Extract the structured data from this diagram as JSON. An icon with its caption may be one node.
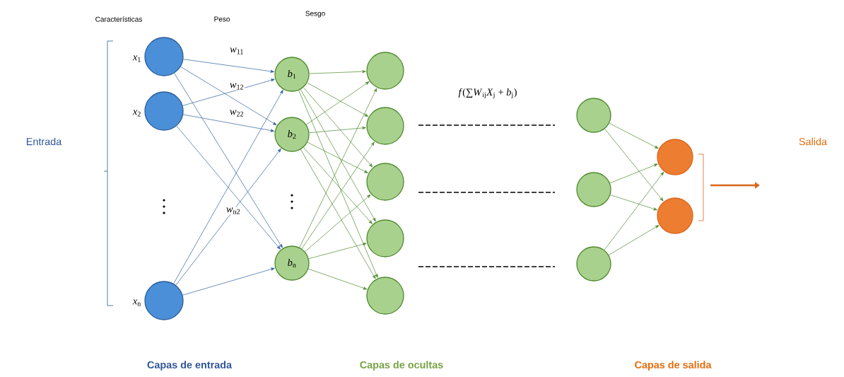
{
  "diagram": {
    "nodes": [
      {
        "text": [],
        "shape": "circle",
        "beside": [
          "*x*$_{1}$"
        ]
      },
      {
        "text": [],
        "shape": "circle",
        "beside": [
          "*x*$_{2}$"
        ]
      },
      {
        "text": [],
        "shape": "circle",
        "beside": [
          "*x*$_{n}$"
        ]
      },
      {
        "text": [
          "*b*$_{1}$"
        ]
      },
      {
        "text": [
          "*b*$_{2}$"
        ]
      },
      {
        "text": [
          "*b*$_{n}$"
        ]
      },
      {
        "text": [],
        "shape": "circle"
      },
      {
        "text": [],
        "shape": "circle"
      },
      {
        "text": [],
        "shape": "circle"
      },
      {
        "text": [],
        "shape": "circle"
      },
      {
        "text": [],
        "shape": "circle"
      },
      {
        "text": [],
        "shape": "circle"
      },
      {
        "text": [],
        "shape": "circle"
      },
      {
        "text": [],
        "shape": "circle"
      },
      {
        "text": [],
        "shape": "circle"
      },
      {
        "text": [],
        "shape": "circle"
      }
    ],
    "edges": [
      {
        "from": 0,
        "to": 3,
        "arrow": "to",
        "color": "#2e5f9e",
        "label": "*w*$_{11}$"
      },
      {
        "from": 0,
        "to": 4,
        "arrow": "to",
        "color": "#2e5f9e",
        "label": "*w*$_{12}$"
      },
      {
        "from": 0,
        "to": 5,
        "arrow": "to",
        "color": "#2e5f9e"
      },
      {
        "from": 1,
        "to": 3,
        "arrow": "to",
        "color": "#2e5f9e"
      },
      {
        "from": 1,
        "to": 4,
        "arrow": "to",
        "color": "#2e5f9e",
        "label": "*w*$_{22}$"
      },
      {
        "from": 1,
        "to": 5,
        "arrow": "to",
        "color": "#2e5f9e"
      },
      {
        "from": 2,
        "to": 3,
        "arrow": "to",
        "color": "#2e5f9e"
      },
      {
        "from": 2,
        "to": 4,
        "arrow": "to",
        "color": "#2e5f9e",
        "label": "*w*$_{n2}$"
      },
      {
        "from": 2,
        "to": 5,
        "arrow": "to",
        "color": "#2e5f9e"
      },
      {
        "from": 3,
        "to": 6,
        "arrow": "to"
      },
      {
        "from": 3,
        "to": 7,
        "arrow": "to"
      },
      {
        "from": 3,
        "to": 8,
        "arrow": "to"
      },
      {
        "from": 3,
        "to": 9,
        "arrow": "to"
      },
      {
        "from": 3,
        "to": 10,
        "arrow": "to"
      },
      {
        "from": 4,
        "to": 6,
        "arrow": "to"
      },
      {
        "from": 4,
        "to": 7,
        "arrow": "to"
      },
      {
        "from": 4,
        "to": 8,
        "arrow": "to"
      },
      {
        "from": 4,
        "to": 9,
        "arrow": "to"
      },
      {
        "from": 4,
        "to": 10,
        "arrow": "to"
      },
      {
        "from": 5,
        "to": 6,
        "arrow": "to"
      },
      {
        "from": 5,
        "to": 7,
        "arrow": "to"
      },
      {
        "from": 5,
        "to": 8,
        "arrow": "to"
      },
      {
        "from": 5,
        "to": 9,
        "arrow": "to"
      },
      {
        "from": 5,
        "to": 10,
        "arrow": "to"
      },
      {
        "from": 11,
        "to": 14,
        "arrow": "to"
      },
      {
        "from": 11,
        "to": 15,
        "arrow": "to"
      },
      {
        "from": 12,
        "to": 14,
        "arrow": "to"
      },
      {
        "from": 12,
        "to": 15,
        "arrow": "to"
      },
      {
        "from": 13,
        "to": 14,
        "arrow": "to"
      },
      {
        "from": 13,
        "to": 15,
        "arrow": "to"
      }
    ],
    "labels": [
      "Características",
      "Peso",
      "Sesgo",
      "Entrada",
      "*f*(∑*W*$_{ij}$*X*$_{j}$ + *b*$_{j}$)",
      "Salida",
      "Capas de entrada",
      "Capas de ocultas",
      "Capas de salida"
    ]
  }
}
